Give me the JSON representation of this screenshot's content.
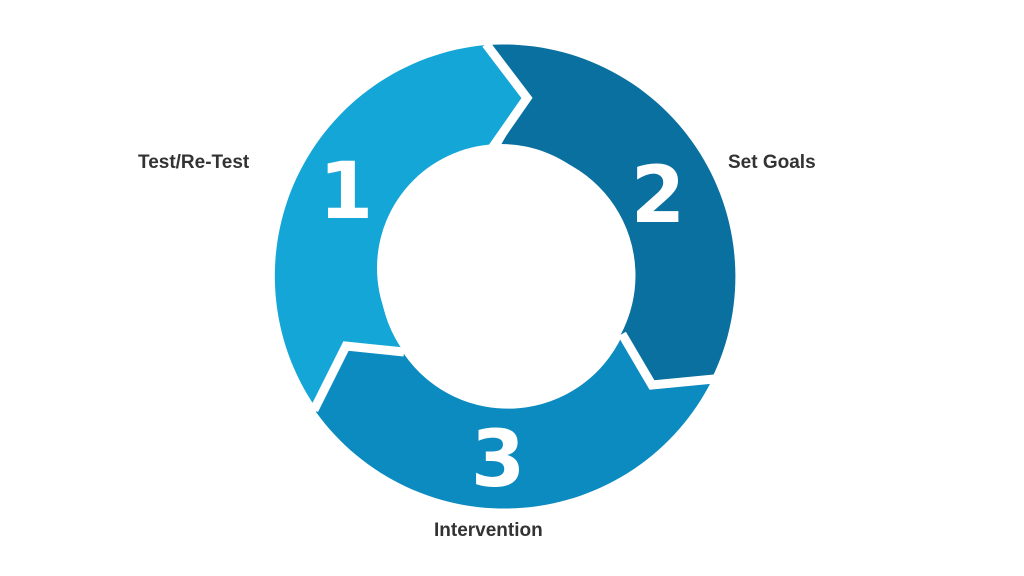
{
  "colors": {
    "segment_1": "#14a6d6",
    "segment_2": "#09709f",
    "segment_3": "#0b8bbf",
    "label_text": "#333333",
    "number_text": "#ffffff",
    "background": "#ffffff"
  },
  "steps": [
    {
      "number": "1",
      "label": "Test/Re-Test"
    },
    {
      "number": "2",
      "label": "Set Goals"
    },
    {
      "number": "3",
      "label": "Intervention"
    }
  ]
}
